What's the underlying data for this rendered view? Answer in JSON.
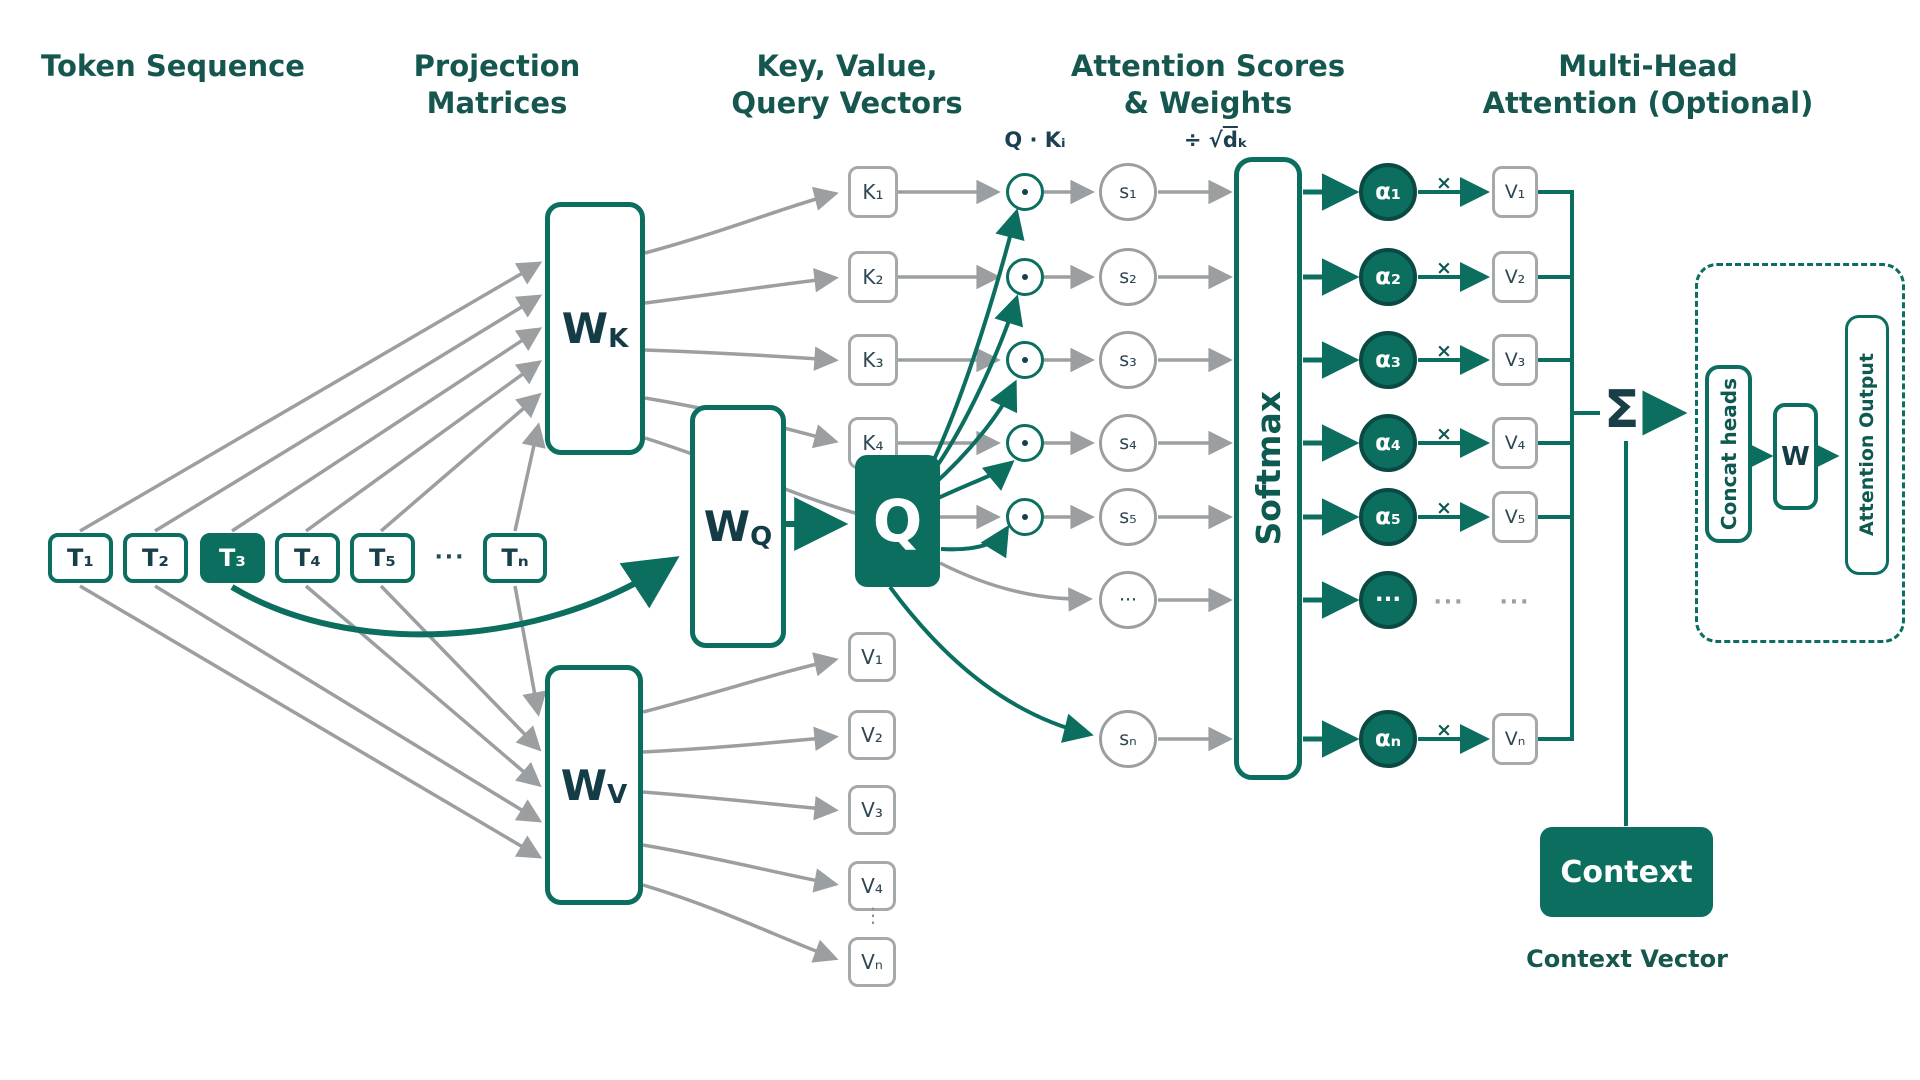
{
  "headers": {
    "token": {
      "line1": "Token Sequence"
    },
    "projection": {
      "line1": "Projection",
      "line2": "Matrices"
    },
    "kvq": {
      "line1": "Key, Value,",
      "line2": "Query Vectors"
    },
    "attention": {
      "line1": "Attention Scores",
      "line2": "& Weights"
    },
    "multihead": {
      "line1": "Multi-Head",
      "line2": "Attention (Optional)"
    }
  },
  "tokens": {
    "t1": "T₁",
    "t2": "T₂",
    "t3": "T₃",
    "t4": "T₄",
    "t5": "T₅",
    "ellipsis": "···",
    "tn": "Tₙ"
  },
  "matrices": {
    "wk": {
      "base": "W",
      "sub": "K"
    },
    "wq": {
      "base": "W",
      "sub": "Q"
    },
    "wv": {
      "base": "W",
      "sub": "V"
    }
  },
  "keys": {
    "k1": "K₁",
    "k2": "K₂",
    "k3": "K₃",
    "k4": "K₄"
  },
  "query_label": "Q",
  "values_left": {
    "v1": "V₁",
    "v2": "V₂",
    "v3": "V₃",
    "v4": "V₄",
    "dots": "⋮",
    "vn": "Vₙ"
  },
  "operators": {
    "dot_product_label": "Q · Kᵢ",
    "scale_prefix": "÷ √",
    "scale_base": "d",
    "scale_sub": "ₖ",
    "softmax": "Softmax",
    "sum": "Σ",
    "multiply": "×"
  },
  "scores": {
    "s1": "s₁",
    "s2": "s₂",
    "s3": "s₃",
    "s4": "s₄",
    "s5": "s₅",
    "dots": "···",
    "sn": "sₙ"
  },
  "alphas": {
    "a1": "α₁",
    "a2": "α₂",
    "a3": "α₃",
    "a4": "α₄",
    "a5": "α₅",
    "dots": "···",
    "an": "αₙ"
  },
  "values_right": {
    "v1": "V₁",
    "v2": "V₂",
    "v3": "V₃",
    "v4": "V₄",
    "v5": "V₅",
    "dots_mid": "···",
    "dots_right": "···",
    "vn": "Vₙ"
  },
  "multihead_block": {
    "concat": "Concat heads",
    "w": "W",
    "output": "Attention Output"
  },
  "context": {
    "label": "Context",
    "caption": "Context Vector"
  },
  "colors": {
    "teal": "#0B6E5F",
    "teal_dark": "#0A4A42",
    "ink": "#143C46",
    "header": "#15564E",
    "gray_line": "#9B9FA1",
    "gray_border": "#A6A9AB",
    "slate_label": "#2E4653"
  }
}
